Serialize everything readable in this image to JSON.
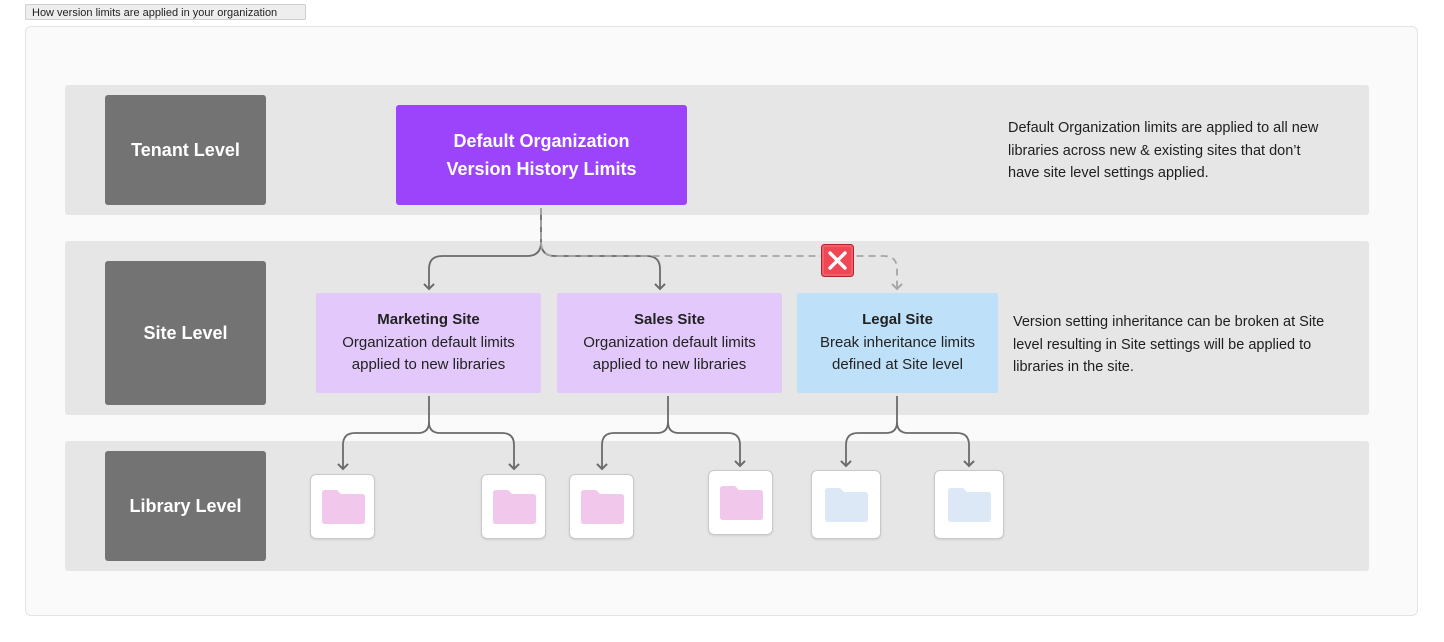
{
  "caption": "How version limits are applied in your organization",
  "levels": {
    "tenant": "Tenant Level",
    "site": "Site Level",
    "library": "Library Level"
  },
  "default_box": {
    "line1": "Default Organization",
    "line2": "Version History Limits",
    "color": "#9b44fb"
  },
  "sites": [
    {
      "name": "Marketing Site",
      "line1": "Organization default limits",
      "line2": "applied to new libraries",
      "color": "#e3c9fb"
    },
    {
      "name": "Sales Site",
      "line1": "Organization default limits",
      "line2": "applied to new libraries",
      "color": "#e3c9fb"
    },
    {
      "name": "Legal Site",
      "line1": "Break inheritance limits",
      "line2": "defined at Site level",
      "color": "#bfe0f9"
    }
  ],
  "descriptions": {
    "tenant": [
      "Default Organization limits are applied to all new",
      "libraries across new & existing sites that don’t",
      "have site level settings applied."
    ],
    "site": [
      "Version setting inheritance can be broken at Site",
      "level resulting in Site settings will be applied to",
      "libraries in the site."
    ]
  },
  "icons": {
    "library": "folder-icon",
    "blocked": "blocked-cross-icon",
    "folder_inherited_color": "#f1c7ec",
    "folder_custom_color": "#dce8f5"
  }
}
